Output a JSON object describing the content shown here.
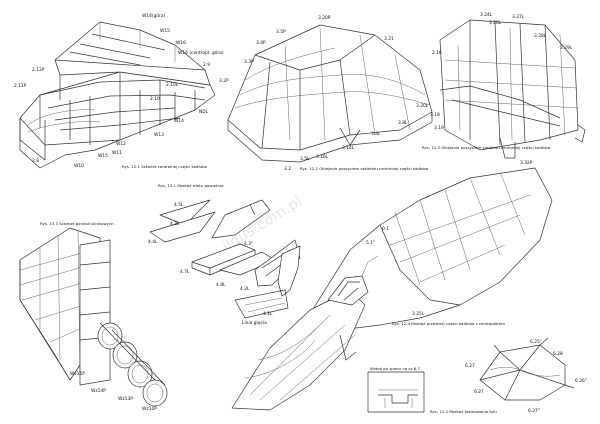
{
  "watermark": "ildus.com.pl",
  "fig1": {
    "caption": "Rys. 12.1 Szkielet centralnej części kadłuba",
    "labels": [
      "W14(góra)",
      "W15",
      "W16",
      "W14 (centropł. góra)",
      "2.12P",
      "2.11P",
      "2.9",
      "3.2P",
      "2.10L",
      "2.10",
      "NDL",
      "W14",
      "W13",
      "W12",
      "W11",
      "W10",
      "W15",
      "2.8"
    ]
  },
  "fig2": {
    "caption": "Rys. 12.2 Oklejanie poszyciem szkieletu centralnej części kadłuba",
    "labels": [
      "3.20P",
      "3.5P",
      "3.4P",
      "3.21",
      "3.3P",
      "3.20L",
      "3.8L",
      "3.4L",
      "3.14L",
      "3.16L",
      "3.5L",
      "3.2"
    ]
  },
  "fig3": {
    "caption": "Rys. 12.3 Oklejanie poszyciem szkieletu centralnej części kadłuba",
    "labels": [
      "3.24L",
      "3.26L",
      "3.27L",
      "3.28L",
      "3.29L",
      "2.16",
      "3.18",
      "3.19",
      "3.32P"
    ]
  },
  "fig4": {
    "caption": "Rys. 13.1 Montaż wlotu powietrza",
    "labels": [
      "4.5L",
      "4.4L",
      "4.3L",
      "4.3\"",
      "4.7L",
      "4.8L",
      "4.2L",
      "4.1L"
    ],
    "line_label": "Linia gięcia"
  },
  "fig5": {
    "caption": "Rys. 13.3 Szkielet gondoli silnikowych",
    "labels": [
      "Wz15P",
      "Wz14P",
      "Wz13P",
      "Wz10P"
    ]
  },
  "fig6": {
    "caption": "Rys. 12.4 Montaż przedniej części kadłuba z centropłatem",
    "labels": [
      "0.1",
      "5.1\"",
      "3.25L"
    ]
  },
  "fig7": {
    "caption": "Rys. 12.5 Montaż tesmowania tyłu",
    "labels": [
      "6.25\"",
      "6.28",
      "6.27",
      "6.26\"",
      "6.27\""
    ]
  },
  "inset": {
    "title": "Widok od spodu na cz.6.7"
  }
}
